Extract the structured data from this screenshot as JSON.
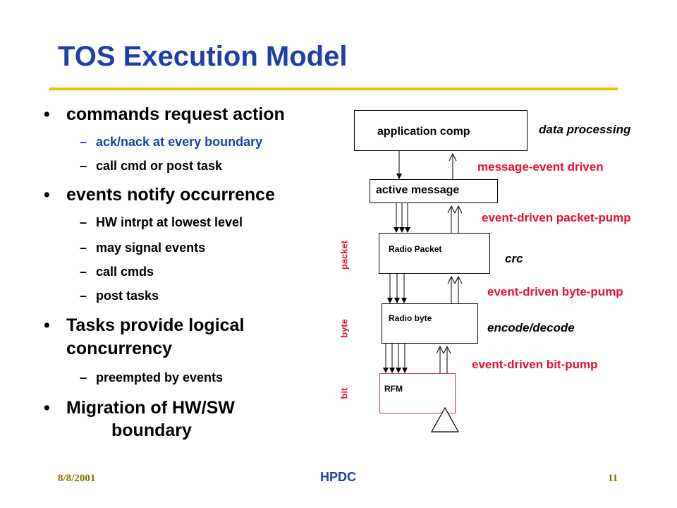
{
  "slide": {
    "title": "TOS Execution Model"
  },
  "bullets": {
    "b1": {
      "text": "commands request action",
      "subs": [
        "ack/nack at every boundary",
        "call cmd or post task"
      ]
    },
    "b2": {
      "text": "events notify occurrence",
      "subs": [
        "HW intrpt at lowest level",
        "may signal events",
        "call cmds",
        "post tasks"
      ]
    },
    "b3": {
      "line1": "Tasks provide logical",
      "line2": "concurrency",
      "subs": [
        "preempted by events"
      ]
    },
    "b4": {
      "line1": "Migration of HW/SW",
      "line2": "boundary"
    },
    "bullet_glyph": "•",
    "dash_glyph": "–"
  },
  "diagram": {
    "boxes": {
      "application": "application comp",
      "active_message": "active message",
      "radio_packet": "Radio Packet",
      "radio_byte": "Radio byte",
      "rfm": "RFM"
    },
    "labels": {
      "data_processing": "data processing",
      "message_event": "message-event driven",
      "packet_pump": "event-driven packet-pump",
      "crc": "crc",
      "byte_pump": "event-driven byte-pump",
      "encode_decode": "encode/decode",
      "bit_pump": "event-driven bit-pump"
    },
    "side_labels": {
      "packet": "packet",
      "byte": "byte",
      "bit": "bit"
    },
    "colors": {
      "label_red": "#e8102e",
      "rfm_border": "#c0305a"
    }
  },
  "footer": {
    "date": "8/8/2001",
    "center": "HPDC",
    "page": "11"
  },
  "colors": {
    "title_blue": "#1f3fa6",
    "rule_gold": "#f2c200",
    "footer_gold": "#8a6e00"
  }
}
